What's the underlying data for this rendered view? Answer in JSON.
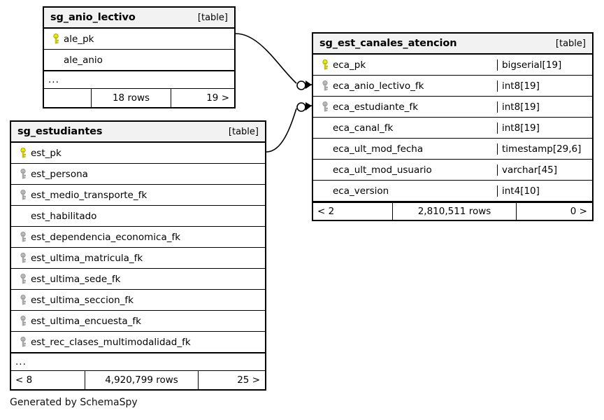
{
  "diagram": {
    "tool_credit": "Generated by SchemaSpy",
    "table_tag": "[table]",
    "ellipsis": "...",
    "icons": {
      "primary_key": "key-icon-primary",
      "foreign_key": "key-icon-foreign"
    },
    "colors": {
      "primary_key": "#e8e800",
      "foreign_key": "#b3b3b3",
      "header_bg": "#f2f2f2",
      "border": "#000000",
      "background": "#ffffff"
    }
  },
  "tables": [
    {
      "id": "sg_anio_lectivo",
      "name": "sg_anio_lectivo",
      "tag": "[table]",
      "columns": [
        {
          "name": "ale_pk",
          "type": "",
          "key": "primary"
        },
        {
          "name": "ale_anio",
          "type": "",
          "key": "none"
        }
      ],
      "has_more": true,
      "more_label": "...",
      "footer": {
        "left": "",
        "middle": "18 rows",
        "right": "19 >"
      }
    },
    {
      "id": "sg_est_canales_atencion",
      "name": "sg_est_canales_atencion",
      "tag": "[table]",
      "columns": [
        {
          "name": "eca_pk",
          "type": "bigserial[19]",
          "key": "primary"
        },
        {
          "name": "eca_anio_lectivo_fk",
          "type": "int8[19]",
          "key": "foreign"
        },
        {
          "name": "eca_estudiante_fk",
          "type": "int8[19]",
          "key": "foreign"
        },
        {
          "name": "eca_canal_fk",
          "type": "int8[19]",
          "key": "none"
        },
        {
          "name": "eca_ult_mod_fecha",
          "type": "timestamp[29,6]",
          "key": "none"
        },
        {
          "name": "eca_ult_mod_usuario",
          "type": "varchar[45]",
          "key": "none"
        },
        {
          "name": "eca_version",
          "type": "int4[10]",
          "key": "none"
        }
      ],
      "has_more": false,
      "more_label": "",
      "footer": {
        "left": "< 2",
        "middle": "2,810,511 rows",
        "right": "0 >"
      }
    },
    {
      "id": "sg_estudiantes",
      "name": "sg_estudiantes",
      "tag": "[table]",
      "columns": [
        {
          "name": "est_pk",
          "type": "",
          "key": "primary"
        },
        {
          "name": "est_persona",
          "type": "",
          "key": "foreign"
        },
        {
          "name": "est_medio_transporte_fk",
          "type": "",
          "key": "foreign"
        },
        {
          "name": "est_habilitado",
          "type": "",
          "key": "none"
        },
        {
          "name": "est_dependencia_economica_fk",
          "type": "",
          "key": "foreign"
        },
        {
          "name": "est_ultima_matricula_fk",
          "type": "",
          "key": "foreign"
        },
        {
          "name": "est_ultima_sede_fk",
          "type": "",
          "key": "foreign"
        },
        {
          "name": "est_ultima_seccion_fk",
          "type": "",
          "key": "foreign"
        },
        {
          "name": "est_ultima_encuesta_fk",
          "type": "",
          "key": "foreign"
        },
        {
          "name": "est_rec_clases_multimodalidad_fk",
          "type": "",
          "key": "foreign"
        }
      ],
      "has_more": true,
      "more_label": "...",
      "footer": {
        "left": "< 8",
        "middle": "4,920,799 rows",
        "right": "25 >"
      }
    }
  ],
  "relationships": [
    {
      "from_table": "sg_anio_lectivo",
      "from_column": "ale_pk",
      "to_table": "sg_est_canales_atencion",
      "to_column": "eca_anio_lectivo_fk",
      "optional": true
    },
    {
      "from_table": "sg_estudiantes",
      "from_column": "est_pk",
      "to_table": "sg_est_canales_atencion",
      "to_column": "eca_estudiante_fk",
      "optional": true
    }
  ]
}
